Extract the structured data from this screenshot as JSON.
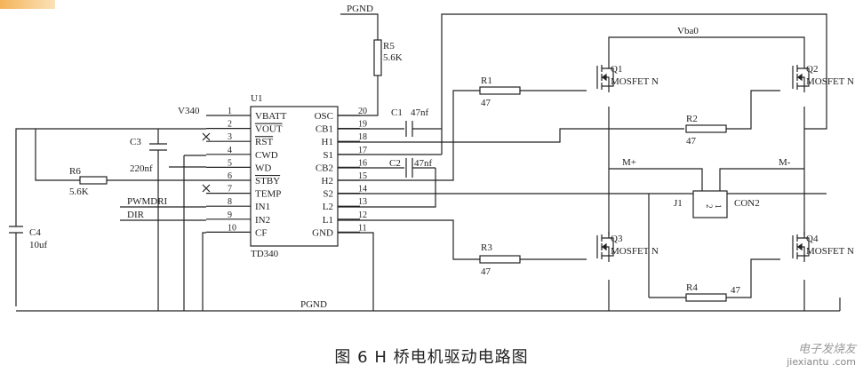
{
  "caption": "图 6  H 桥电机驱动电路图",
  "watermark": {
    "top": "电子发烧友",
    "bottom": "jiexiantu  .com"
  },
  "ic": {
    "ref": "U1",
    "part": "TD340",
    "left_pins": [
      {
        "num": "1",
        "name": "VBATT",
        "net": "V340"
      },
      {
        "num": "2",
        "name": "VOUT",
        "net": ""
      },
      {
        "num": "3",
        "name": "RST",
        "net": ""
      },
      {
        "num": "4",
        "name": "CWD",
        "net": ""
      },
      {
        "num": "5",
        "name": "WD",
        "net": ""
      },
      {
        "num": "6",
        "name": "STBY",
        "net": ""
      },
      {
        "num": "7",
        "name": "TEMP",
        "net": ""
      },
      {
        "num": "8",
        "name": "IN1",
        "net": "PWMDRI"
      },
      {
        "num": "9",
        "name": "IN2",
        "net": "DIR"
      },
      {
        "num": "10",
        "name": "CF",
        "net": ""
      }
    ],
    "right_pins": [
      {
        "num": "20",
        "name": "OSC"
      },
      {
        "num": "19",
        "name": "CB1"
      },
      {
        "num": "18",
        "name": "H1"
      },
      {
        "num": "17",
        "name": "S1"
      },
      {
        "num": "16",
        "name": "CB2"
      },
      {
        "num": "15",
        "name": "H2"
      },
      {
        "num": "14",
        "name": "S2"
      },
      {
        "num": "13",
        "name": "L2"
      },
      {
        "num": "12",
        "name": "L1"
      },
      {
        "num": "11",
        "name": "GND"
      }
    ]
  },
  "nets": {
    "pgnd_top": "PGND",
    "pgnd_bottom": "PGND",
    "vba": "Vba0",
    "mplus": "M+",
    "mminus": "M-"
  },
  "resistors": {
    "r5": {
      "ref": "R5",
      "value": "5.6K"
    },
    "r6": {
      "ref": "R6",
      "value": "5.6K"
    },
    "r1": {
      "ref": "R1",
      "value": "47"
    },
    "r2": {
      "ref": "R2",
      "value": "47"
    },
    "r3": {
      "ref": "R3",
      "value": "47"
    },
    "r4": {
      "ref": "R4",
      "value": "47"
    }
  },
  "capacitors": {
    "c1": {
      "ref": "C1",
      "value": "47nf"
    },
    "c2": {
      "ref": "C2",
      "value": "47nf"
    },
    "c3": {
      "ref": "C3",
      "value": "220nf"
    },
    "c4": {
      "ref": "C4",
      "value": "10uf"
    }
  },
  "mosfets": {
    "q1": {
      "ref": "Q1",
      "type": "MOSFET N"
    },
    "q2": {
      "ref": "Q2",
      "type": "MOSFET N"
    },
    "q3": {
      "ref": "Q3",
      "type": "MOSFET N"
    },
    "q4": {
      "ref": "Q4",
      "type": "MOSFET N"
    }
  },
  "connector": {
    "ref": "J1",
    "part": "CON2",
    "pin1": "1",
    "pin2": "2"
  }
}
